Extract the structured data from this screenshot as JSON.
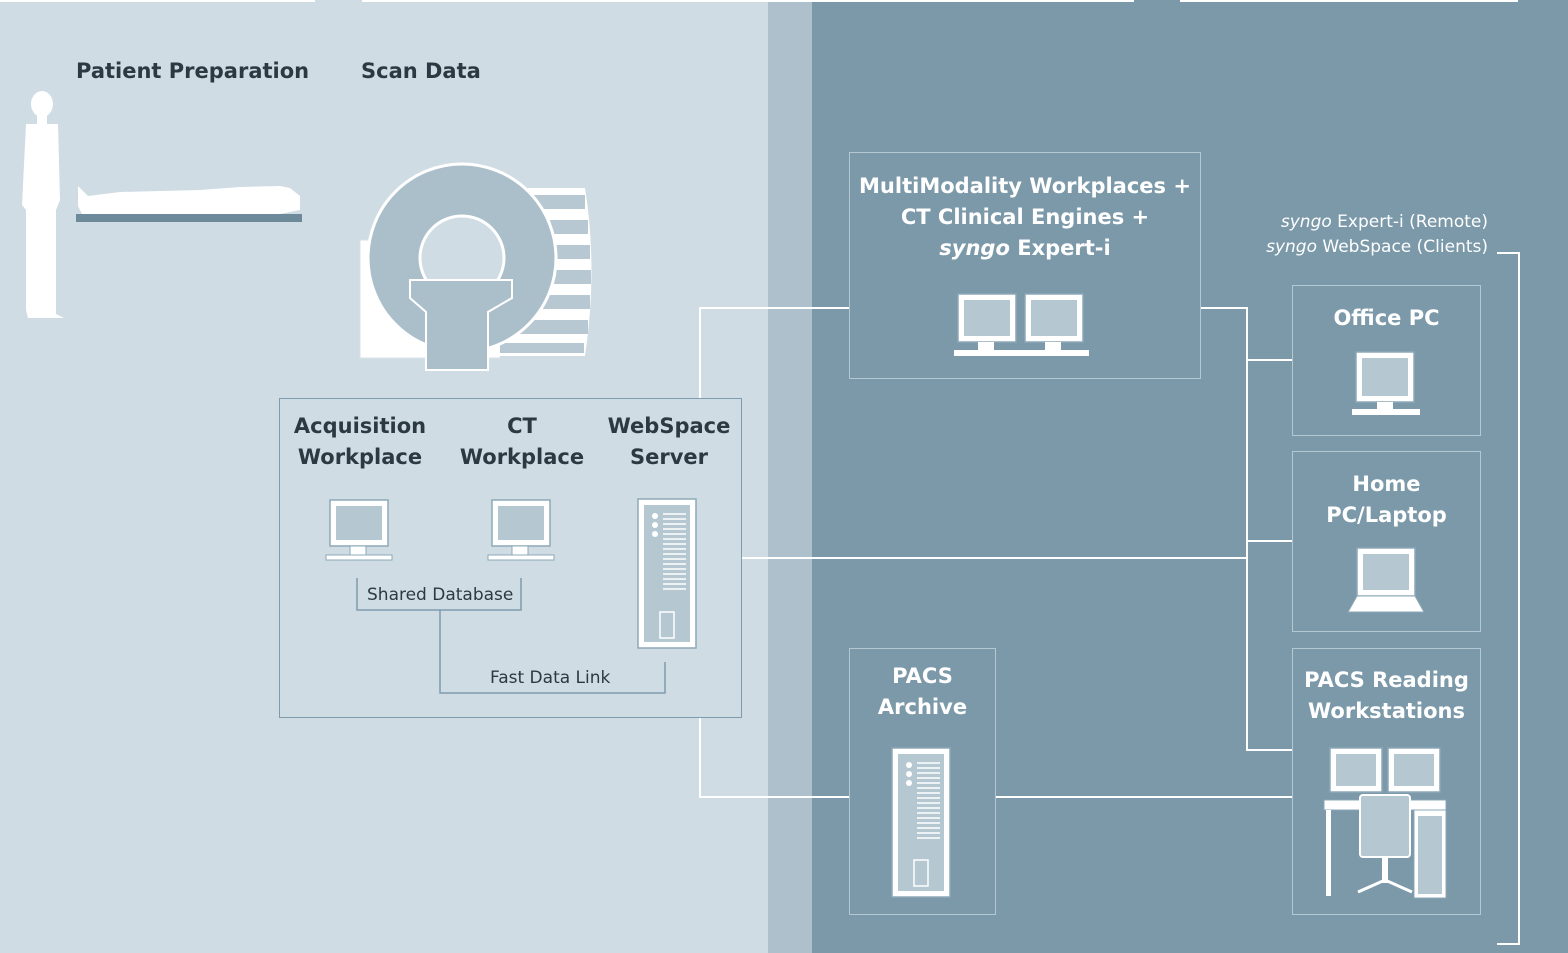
{
  "stages": {
    "patient_preparation": "Patient Preparation",
    "scan_data": "Scan Data"
  },
  "local": {
    "acquisition": [
      "Acquisition",
      "Workplace"
    ],
    "ct": [
      "CT",
      "Workplace"
    ],
    "webspace": [
      "WebSpace",
      "Server"
    ],
    "shared_db": "Shared Database",
    "fast_link": "Fast Data Link"
  },
  "network": {
    "multimodality": [
      "MultiModality Workplaces +",
      "CT Clinical Engines +",
      "syngo",
      " Expert-i"
    ],
    "pacs_archive": [
      "PACS",
      "Archive"
    ]
  },
  "remote": {
    "line1_italic": "syngo",
    "line1_rest": " Expert-i (Remote)",
    "line2_italic": "syngo",
    "line2_rest": " WebSpace (Clients)",
    "office_pc": "Office PC",
    "home_pc": [
      "Home",
      "PC/Laptop"
    ],
    "pacs_reading": [
      "PACS Reading",
      "Workstations"
    ]
  },
  "colors": {
    "left_bg": "#cfdce4",
    "middle_band": "#adc0cb",
    "right_bg": "#7b99a9",
    "dark_text": "#2b3a42",
    "light_text": "#ffffff"
  }
}
